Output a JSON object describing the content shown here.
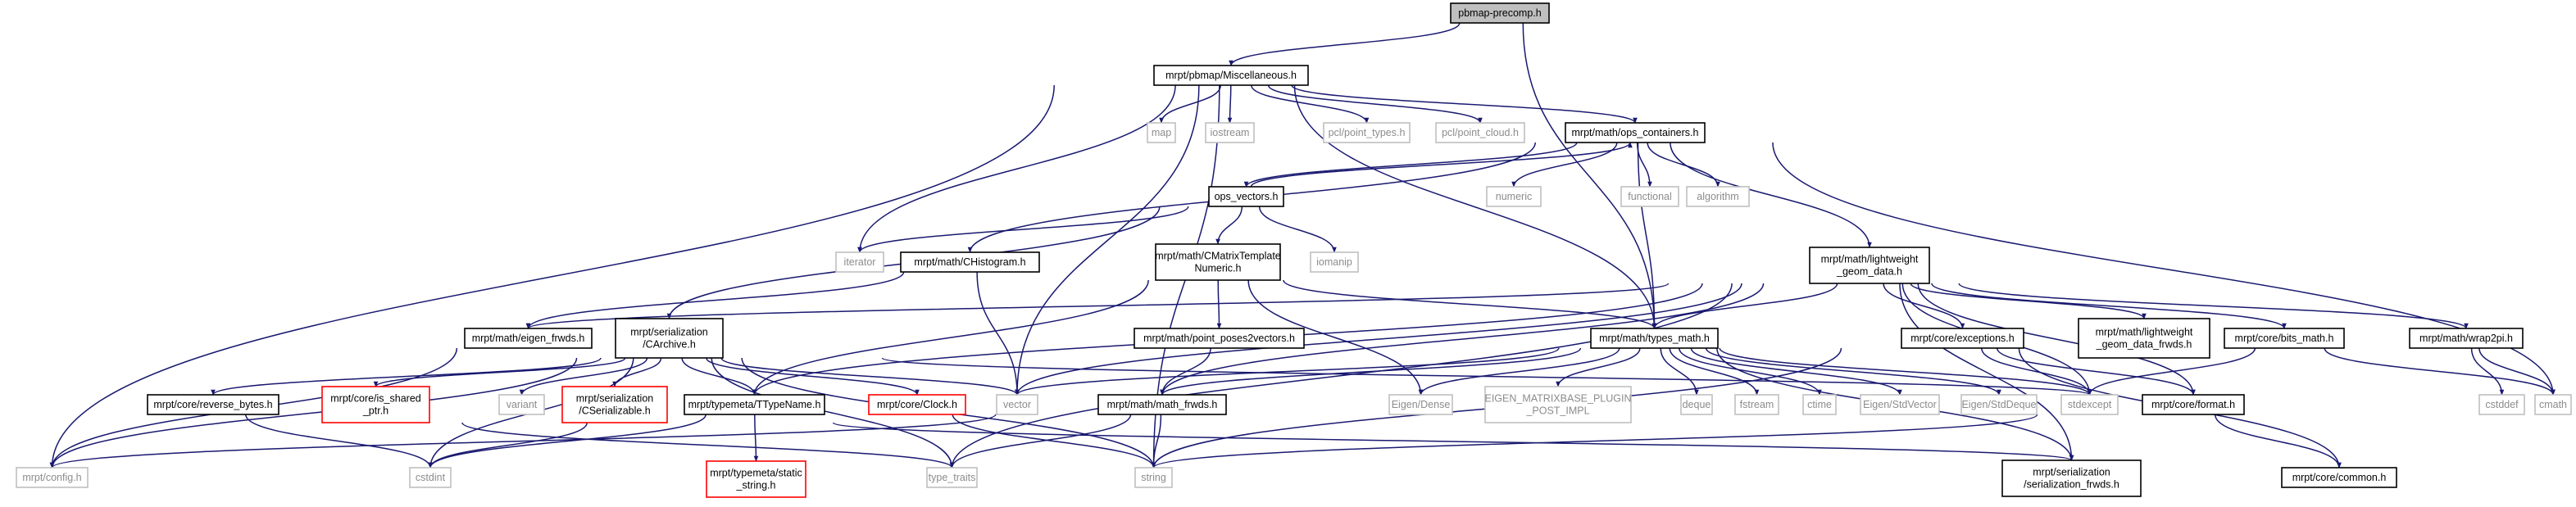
{
  "title": "pbmap-precomp.h",
  "styles": {
    "root": {
      "fill": "#bfbfbf",
      "stroke": "#000000",
      "text": "#000000"
    },
    "normal": {
      "fill": "#ffffff",
      "stroke": "#000000",
      "text": "#000000"
    },
    "external": {
      "fill": "#ffffff",
      "stroke": "#bfbfbf",
      "text": "#8c8c8c"
    },
    "red": {
      "fill": "#ffffff",
      "stroke": "#ff0000",
      "text": "#000000"
    },
    "edge": "#191970"
  },
  "nodes": [
    {
      "id": "root",
      "lines": [
        "pbmap-precomp.h"
      ],
      "kind": "root"
    },
    {
      "id": "misc",
      "lines": [
        "mrpt/pbmap/Miscellaneous.h"
      ],
      "kind": "normal"
    },
    {
      "id": "map",
      "lines": [
        "map"
      ],
      "kind": "external"
    },
    {
      "id": "iostream",
      "lines": [
        "iostream"
      ],
      "kind": "external"
    },
    {
      "id": "pcltypes",
      "lines": [
        "pcl/point_types.h"
      ],
      "kind": "external"
    },
    {
      "id": "pclcloud",
      "lines": [
        "pcl/point_cloud.h"
      ],
      "kind": "external"
    },
    {
      "id": "opscont",
      "lines": [
        "mrpt/math/ops_containers.h"
      ],
      "kind": "normal"
    },
    {
      "id": "numeric",
      "lines": [
        "numeric"
      ],
      "kind": "external"
    },
    {
      "id": "functional",
      "lines": [
        "functional"
      ],
      "kind": "external"
    },
    {
      "id": "algorithm",
      "lines": [
        "algorithm"
      ],
      "kind": "external"
    },
    {
      "id": "opsvec",
      "lines": [
        "ops_vectors.h"
      ],
      "kind": "normal"
    },
    {
      "id": "iterator",
      "lines": [
        "iterator"
      ],
      "kind": "external"
    },
    {
      "id": "chist",
      "lines": [
        "mrpt/math/CHistogram.h"
      ],
      "kind": "normal"
    },
    {
      "id": "cmtn",
      "lines": [
        "mrpt/math/CMatrixTemplate",
        "Numeric.h"
      ],
      "kind": "normal"
    },
    {
      "id": "iomanip",
      "lines": [
        "iomanip"
      ],
      "kind": "external"
    },
    {
      "id": "lwgd",
      "lines": [
        "mrpt/math/lightweight",
        "_geom_data.h"
      ],
      "kind": "normal"
    },
    {
      "id": "eigfwd",
      "lines": [
        "mrpt/math/eigen_frwds.h"
      ],
      "kind": "normal"
    },
    {
      "id": "carchive",
      "lines": [
        "mrpt/serialization",
        "/CArchive.h"
      ],
      "kind": "normal"
    },
    {
      "id": "pp2v",
      "lines": [
        "mrpt/math/point_poses2vectors.h"
      ],
      "kind": "normal"
    },
    {
      "id": "typesmath",
      "lines": [
        "mrpt/math/types_math.h"
      ],
      "kind": "normal"
    },
    {
      "id": "exceptions",
      "lines": [
        "mrpt/core/exceptions.h"
      ],
      "kind": "normal"
    },
    {
      "id": "lwgdfwd",
      "lines": [
        "mrpt/math/lightweight",
        "_geom_data_frwds.h"
      ],
      "kind": "normal"
    },
    {
      "id": "bitsmath",
      "lines": [
        "mrpt/core/bits_math.h"
      ],
      "kind": "normal"
    },
    {
      "id": "wrap2pi",
      "lines": [
        "mrpt/math/wrap2pi.h"
      ],
      "kind": "normal"
    },
    {
      "id": "revbytes",
      "lines": [
        "mrpt/core/reverse_bytes.h"
      ],
      "kind": "normal"
    },
    {
      "id": "isshared",
      "lines": [
        "mrpt/core/is_shared",
        "_ptr.h"
      ],
      "kind": "red"
    },
    {
      "id": "variant",
      "lines": [
        "variant"
      ],
      "kind": "external"
    },
    {
      "id": "cserial",
      "lines": [
        "mrpt/serialization",
        "/CSerializable.h"
      ],
      "kind": "red"
    },
    {
      "id": "ttypename",
      "lines": [
        "mrpt/typemeta/TTypeName.h"
      ],
      "kind": "normal"
    },
    {
      "id": "clock",
      "lines": [
        "mrpt/core/Clock.h"
      ],
      "kind": "red"
    },
    {
      "id": "vector",
      "lines": [
        "vector"
      ],
      "kind": "external"
    },
    {
      "id": "mathfwd",
      "lines": [
        "mrpt/math/math_frwds.h"
      ],
      "kind": "normal"
    },
    {
      "id": "eigdense",
      "lines": [
        "Eigen/Dense"
      ],
      "kind": "external"
    },
    {
      "id": "eigplugin",
      "lines": [
        "EIGEN_MATRIXBASE_PLUGIN",
        "_POST_IMPL"
      ],
      "kind": "external"
    },
    {
      "id": "deque",
      "lines": [
        "deque"
      ],
      "kind": "external"
    },
    {
      "id": "fstream",
      "lines": [
        "fstream"
      ],
      "kind": "external"
    },
    {
      "id": "ctime",
      "lines": [
        "ctime"
      ],
      "kind": "external"
    },
    {
      "id": "eigstdvec",
      "lines": [
        "Eigen/StdVector"
      ],
      "kind": "external"
    },
    {
      "id": "eigstddeq",
      "lines": [
        "Eigen/StdDeque"
      ],
      "kind": "external"
    },
    {
      "id": "stdexcept",
      "lines": [
        "stdexcept"
      ],
      "kind": "external"
    },
    {
      "id": "format",
      "lines": [
        "mrpt/core/format.h"
      ],
      "kind": "normal"
    },
    {
      "id": "cstddef",
      "lines": [
        "cstddef"
      ],
      "kind": "external"
    },
    {
      "id": "cmath",
      "lines": [
        "cmath"
      ],
      "kind": "external"
    },
    {
      "id": "config",
      "lines": [
        "mrpt/config.h"
      ],
      "kind": "external"
    },
    {
      "id": "cstdint",
      "lines": [
        "cstdint"
      ],
      "kind": "external"
    },
    {
      "id": "staticstr",
      "lines": [
        "mrpt/typemeta/static",
        "_string.h"
      ],
      "kind": "red"
    },
    {
      "id": "typetraits",
      "lines": [
        "type_traits"
      ],
      "kind": "external"
    },
    {
      "id": "string",
      "lines": [
        "string"
      ],
      "kind": "external"
    },
    {
      "id": "serfwds",
      "lines": [
        "mrpt/serialization",
        "/serialization_frwds.h"
      ],
      "kind": "normal"
    },
    {
      "id": "common",
      "lines": [
        "mrpt/core/common.h"
      ],
      "kind": "normal"
    }
  ],
  "edges": [
    [
      "root",
      "misc"
    ],
    [
      "root",
      "typesmath"
    ],
    [
      "misc",
      "map"
    ],
    [
      "misc",
      "iostream"
    ],
    [
      "misc",
      "pcltypes"
    ],
    [
      "misc",
      "pclcloud"
    ],
    [
      "misc",
      "opscont"
    ],
    [
      "misc",
      "iterator"
    ],
    [
      "misc",
      "typesmath"
    ],
    [
      "misc",
      "vector"
    ],
    [
      "misc",
      "string"
    ],
    [
      "misc",
      "config"
    ],
    [
      "opscont",
      "numeric"
    ],
    [
      "opscont",
      "functional"
    ],
    [
      "opscont",
      "algorithm"
    ],
    [
      "opscont",
      "opsvec"
    ],
    [
      "opscont",
      "chist"
    ],
    [
      "opscont",
      "lwgd"
    ],
    [
      "opscont",
      "typesmath"
    ],
    [
      "opscont",
      "cmath"
    ],
    [
      "opsvec",
      "opscont"
    ],
    [
      "opsvec",
      "iterator"
    ],
    [
      "opsvec",
      "cmtn"
    ],
    [
      "opsvec",
      "iomanip"
    ],
    [
      "opsvec",
      "carchive"
    ],
    [
      "chist",
      "eigfwd"
    ],
    [
      "chist",
      "vector"
    ],
    [
      "cmtn",
      "pp2v"
    ],
    [
      "cmtn",
      "typesmath"
    ],
    [
      "cmtn",
      "eigdense"
    ],
    [
      "cmtn",
      "ttypename"
    ],
    [
      "lwgd",
      "eigfwd"
    ],
    [
      "lwgd",
      "typesmath"
    ],
    [
      "lwgd",
      "exceptions"
    ],
    [
      "lwgd",
      "lwgdfwd"
    ],
    [
      "lwgd",
      "bitsmath"
    ],
    [
      "lwgd",
      "wrap2pi"
    ],
    [
      "lwgd",
      "vector"
    ],
    [
      "lwgd",
      "ttypename"
    ],
    [
      "lwgd",
      "mathfwd"
    ],
    [
      "lwgd",
      "stdexcept"
    ],
    [
      "lwgd",
      "serfwds"
    ],
    [
      "lwgd",
      "typetraits"
    ],
    [
      "lwgd",
      "format"
    ],
    [
      "eigfwd",
      "config"
    ],
    [
      "carchive",
      "revbytes"
    ],
    [
      "carchive",
      "isshared"
    ],
    [
      "carchive",
      "variant"
    ],
    [
      "carchive",
      "cserial"
    ],
    [
      "carchive",
      "ttypename"
    ],
    [
      "carchive",
      "clock"
    ],
    [
      "carchive",
      "vector"
    ],
    [
      "carchive",
      "stdexcept"
    ],
    [
      "carchive",
      "config"
    ],
    [
      "carchive",
      "cstdint"
    ],
    [
      "carchive",
      "typetraits"
    ],
    [
      "carchive",
      "string"
    ],
    [
      "pp2v",
      "mathfwd"
    ],
    [
      "typesmath",
      "vector"
    ],
    [
      "typesmath",
      "mathfwd"
    ],
    [
      "typesmath",
      "eigdense"
    ],
    [
      "typesmath",
      "eigplugin"
    ],
    [
      "typesmath",
      "deque"
    ],
    [
      "typesmath",
      "fstream"
    ],
    [
      "typesmath",
      "ctime"
    ],
    [
      "typesmath",
      "eigstdvec"
    ],
    [
      "typesmath",
      "eigstddeq"
    ],
    [
      "typesmath",
      "stdexcept"
    ],
    [
      "typesmath",
      "serfwds"
    ],
    [
      "exceptions",
      "stdexcept"
    ],
    [
      "exceptions",
      "format"
    ],
    [
      "exceptions",
      "common"
    ],
    [
      "exceptions",
      "string"
    ],
    [
      "bitsmath",
      "cmath"
    ],
    [
      "bitsmath",
      "stdexcept"
    ],
    [
      "wrap2pi",
      "cstddef"
    ],
    [
      "wrap2pi",
      "cmath"
    ],
    [
      "revbytes",
      "cstdint"
    ],
    [
      "isshared",
      "typetraits"
    ],
    [
      "cserial",
      "cstdint"
    ],
    [
      "cserial",
      "serfwds"
    ],
    [
      "ttypename",
      "staticstr"
    ],
    [
      "ttypename",
      "cstdint"
    ],
    [
      "clock",
      "string"
    ],
    [
      "mathfwd",
      "config"
    ],
    [
      "mathfwd",
      "typetraits"
    ],
    [
      "mathfwd",
      "string"
    ],
    [
      "format",
      "string"
    ],
    [
      "format",
      "common"
    ]
  ]
}
